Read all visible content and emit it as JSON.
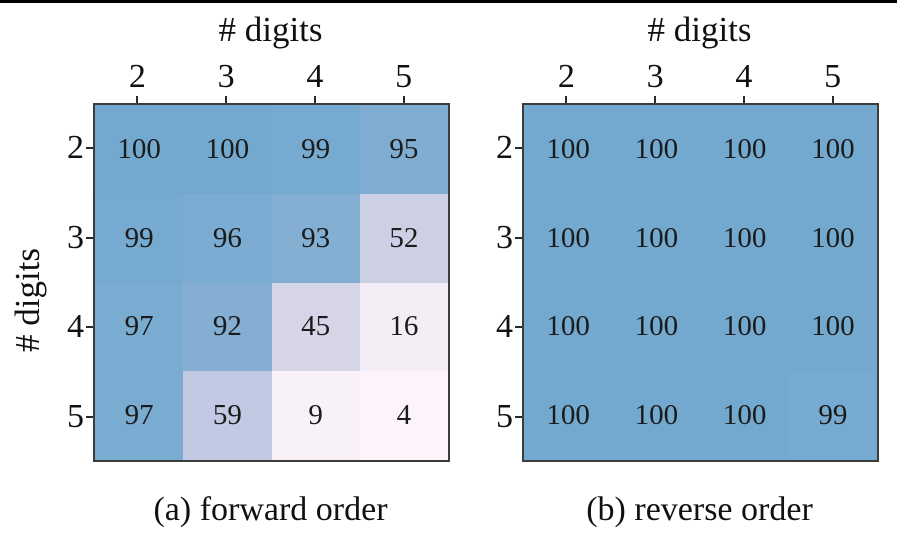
{
  "page": {
    "background": "#ffffff",
    "top_rule_color": "#000000",
    "accent_blue": "#74A9CF",
    "text_color": "#111111"
  },
  "chart_data": [
    {
      "type": "heatmap",
      "panel": "a",
      "caption": "(a) forward order",
      "x_axis_label": "# digits",
      "y_axis_label": "# digits",
      "x_ticks": [
        "2",
        "3",
        "4",
        "5"
      ],
      "y_ticks": [
        "2",
        "3",
        "4",
        "5"
      ],
      "values": [
        [
          100,
          100,
          99,
          95
        ],
        [
          99,
          96,
          93,
          52
        ],
        [
          97,
          92,
          45,
          16
        ],
        [
          97,
          59,
          9,
          4
        ]
      ],
      "cell_colors": [
        [
          "#74A9CF",
          "#74A9CF",
          "#76AAD0",
          "#7EADD1"
        ],
        [
          "#76AAD0",
          "#7CACD1",
          "#82AFD2",
          "#CDCFE5"
        ],
        [
          "#7AABD0",
          "#84AFD3",
          "#D6D5E8",
          "#F3EDF5"
        ],
        [
          "#7AABD0",
          "#C1CAE2",
          "#F8F1F8",
          "#FCF4FA"
        ]
      ],
      "grid": false,
      "legend": "none"
    },
    {
      "type": "heatmap",
      "panel": "b",
      "caption": "(b) reverse order",
      "x_axis_label": "# digits",
      "x_ticks": [
        "2",
        "3",
        "4",
        "5"
      ],
      "y_ticks": [
        "2",
        "3",
        "4",
        "5"
      ],
      "values": [
        [
          100,
          100,
          100,
          100
        ],
        [
          100,
          100,
          100,
          100
        ],
        [
          100,
          100,
          100,
          100
        ],
        [
          100,
          100,
          100,
          99
        ]
      ],
      "cell_colors": [
        [
          "#74A9CF",
          "#74A9CF",
          "#74A9CF",
          "#74A9CF"
        ],
        [
          "#74A9CF",
          "#74A9CF",
          "#74A9CF",
          "#74A9CF"
        ],
        [
          "#74A9CF",
          "#74A9CF",
          "#74A9CF",
          "#74A9CF"
        ],
        [
          "#74A9CF",
          "#74A9CF",
          "#74A9CF",
          "#76AAD0"
        ]
      ],
      "grid": false,
      "legend": "none"
    }
  ]
}
